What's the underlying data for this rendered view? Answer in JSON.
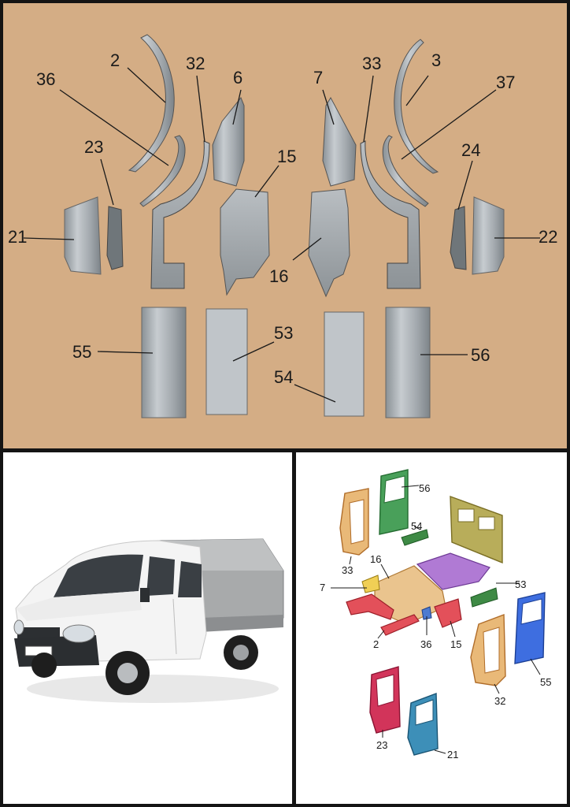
{
  "top_panel": {
    "part_labels": {
      "p2": "2",
      "p3": "3",
      "p6": "6",
      "p7": "7",
      "p15": "15",
      "p16": "16",
      "p21": "21",
      "p22": "22",
      "p23": "23",
      "p24": "24",
      "p32": "32",
      "p33": "33",
      "p36": "36",
      "p37": "37",
      "p53": "53",
      "p54": "54",
      "p55": "55",
      "p56": "56"
    }
  },
  "diagram_panel": {
    "part_labels": {
      "p56": "56",
      "p54": "54",
      "p33": "33",
      "p16": "16",
      "p7": "7",
      "p53": "53",
      "p2": "2",
      "p36": "36",
      "p15": "15",
      "p55": "55",
      "p32": "32",
      "p23": "23",
      "p21": "21"
    }
  },
  "colors": {
    "background_tan": "#d4ad85",
    "metal": "#a9afb4",
    "truck_cab": "#f4f4f4",
    "awning": "#a8aaab"
  }
}
